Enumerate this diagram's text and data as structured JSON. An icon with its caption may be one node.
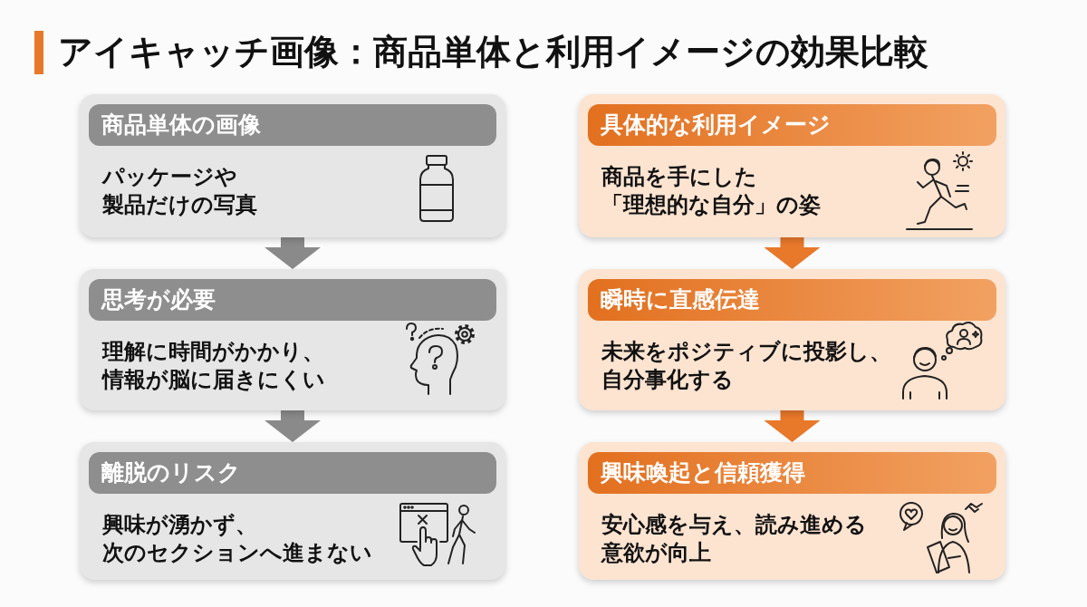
{
  "diagram": {
    "title": "アイキャッチ画像：商品単体と利用イメージの効果比較",
    "nodes": [
      {
        "text": [
          "商品単体の画像",
          "パッケージや製品だけの写真"
        ]
      },
      {
        "text": [
          "思考が必要",
          "理解に時間がかかり、情報が脳に届きにくい"
        ]
      },
      {
        "text": [
          "離脱のリスク",
          "興味が湧かず、次のセクションへ進まない"
        ]
      },
      {
        "text": [
          "具体的な利用イメージ",
          "商品を手にした「理想的な自分」の姿"
        ]
      },
      {
        "text": [
          "瞬時に直感伝達",
          "未来をポジティブに投影し、自分事化する"
        ]
      },
      {
        "text": [
          "興味喚起と信頼獲得",
          "安心感を与え、読み進める意欲が向上"
        ]
      }
    ],
    "edges": [
      {
        "from": 0,
        "to": 1,
        "arrow": "to",
        "color": "#8a8a8a"
      },
      {
        "from": 1,
        "to": 2,
        "arrow": "to",
        "color": "#8a8a8a"
      },
      {
        "from": 3,
        "to": 4,
        "arrow": "to",
        "color": "#e8782a"
      },
      {
        "from": 4,
        "to": 5,
        "arrow": "to",
        "color": "#e8782a"
      }
    ]
  }
}
